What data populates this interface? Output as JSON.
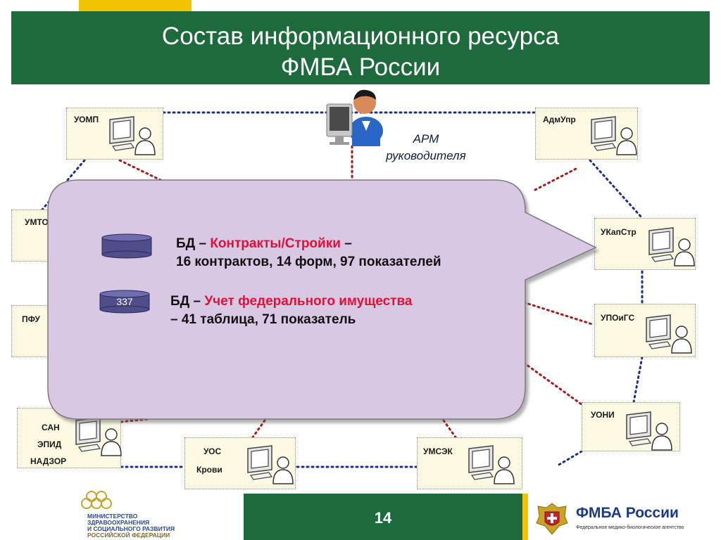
{
  "title": {
    "line1": "Состав информационного ресурса",
    "line2": "ФМБА России"
  },
  "colors": {
    "title_bg": "#1d6b3c",
    "accent": "#f2c300",
    "callout_fill": "#d9c8e3",
    "db_fill": "#4f4e8a",
    "dotted_blue": "#1f2e8a",
    "dotted_red": "#a51c1c",
    "bottom_bar": "#1d6b3c",
    "node_bg": "#fdf9e3"
  },
  "center": {
    "label_line1": "АРМ",
    "label_line2": "руководителя"
  },
  "nodes": {
    "uomp": "УОМП",
    "admupr": "АдмУпр",
    "umtc": "УМТО",
    "ukapstr": "УКапСтр",
    "pfu": "ПФУ",
    "upoigs": "УПОиГС",
    "san_line1": "САН",
    "san_line2": "ЭПИД",
    "san_line3": "НАДЗОР",
    "uoni": "УОНИ",
    "uos_line1": "УОС",
    "uos_line2": "Крови",
    "umsek": "УМСЭК"
  },
  "callout": {
    "db1": {
      "prefix": "БД – ",
      "name": "Контракты/Стройки",
      "suffix": " –",
      "line2": "16 контрактов, 14 форм, 97 показателей"
    },
    "db2": {
      "badge": "337",
      "prefix": "БД – ",
      "name": "Учет федерального имущества",
      "line2": "– 41 таблица, 71 показатель"
    }
  },
  "footer": {
    "page_number": "14",
    "ministry_line1": "МИНИСТЕРСТВО",
    "ministry_line2": "ЗДРАВООХРАНЕНИЯ",
    "ministry_line3": "И СОЦИАЛЬНОГО РАЗВИТИЯ",
    "ministry_line4": "РОССИЙСКОЙ ФЕДЕРАЦИИ",
    "fmba_name": "ФМБА России",
    "fmba_sub": "Федеральное медико-биологическое агентство"
  }
}
